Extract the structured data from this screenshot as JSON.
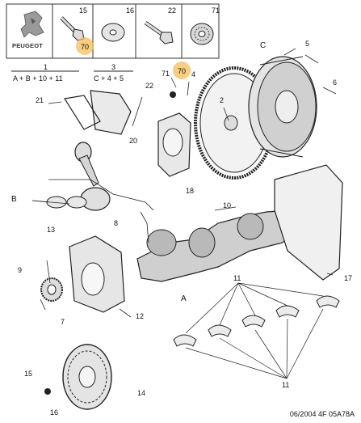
{
  "header": {
    "brand": "PEUGEOT",
    "kit_parts": [
      "15",
      "16",
      "22",
      "71"
    ],
    "kit_refs": [
      "70",
      "70"
    ]
  },
  "formulas": {
    "kit1": {
      "ref": "1",
      "text": "A + B + 10 + 11"
    },
    "kit3": {
      "ref": "3",
      "text": "C + 4 + 5"
    }
  },
  "labels": {
    "p2": "2",
    "p4": "4",
    "p5": "5",
    "p6": "6",
    "p7": "7",
    "p8": "8",
    "p9": "9",
    "p10": "10",
    "p11a": "11",
    "p11b": "11",
    "p12": "12",
    "p13": "13",
    "p14": "14",
    "p15": "15",
    "p16": "16",
    "p17": "17",
    "p18": "18",
    "p20": "20",
    "p21": "21",
    "p22": "22",
    "p71": "71",
    "pA": "A",
    "pB": "B",
    "pC": "C"
  },
  "footer": "06/2004  4F 05A78A"
}
